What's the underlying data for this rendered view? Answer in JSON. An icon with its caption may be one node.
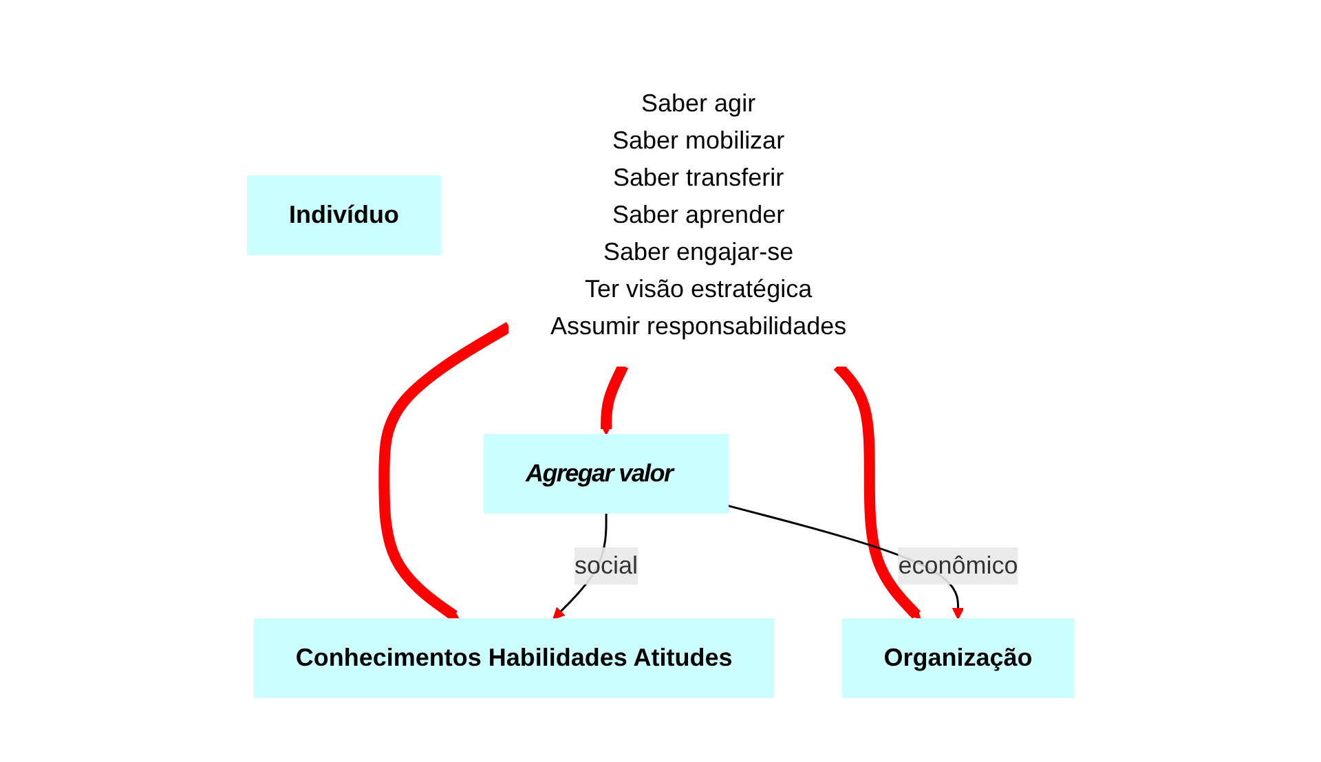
{
  "diagram": {
    "nodes": [
      {
        "text": [
          "Indivíduo"
        ]
      },
      {
        "text": [
          "Conhecimentos Habilidades Atitudes"
        ]
      },
      {
        "text": [
          "Saber agir",
          "Saber mobilizar",
          "Saber transferir",
          "Saber aprender",
          "Saber engajar-se",
          "Ter visão estratégica",
          "Assumir responsabilidades"
        ]
      },
      {
        "text": [
          "Organização"
        ]
      },
      {
        "text": [
          "Agregar valor"
        ]
      }
    ],
    "edges": [
      {
        "from": 2,
        "to": 1,
        "arrow": "to"
      },
      {
        "from": 2,
        "to": 3,
        "arrow": "to"
      },
      {
        "from": 2,
        "to": 4,
        "arrow": "to"
      },
      {
        "from": 4,
        "to": 1,
        "arrow": "to",
        "label": "social",
        "color": "#000000"
      },
      {
        "from": 4,
        "to": 3,
        "arrow": "to",
        "label": "econômico",
        "color": "#000000"
      }
    ]
  }
}
